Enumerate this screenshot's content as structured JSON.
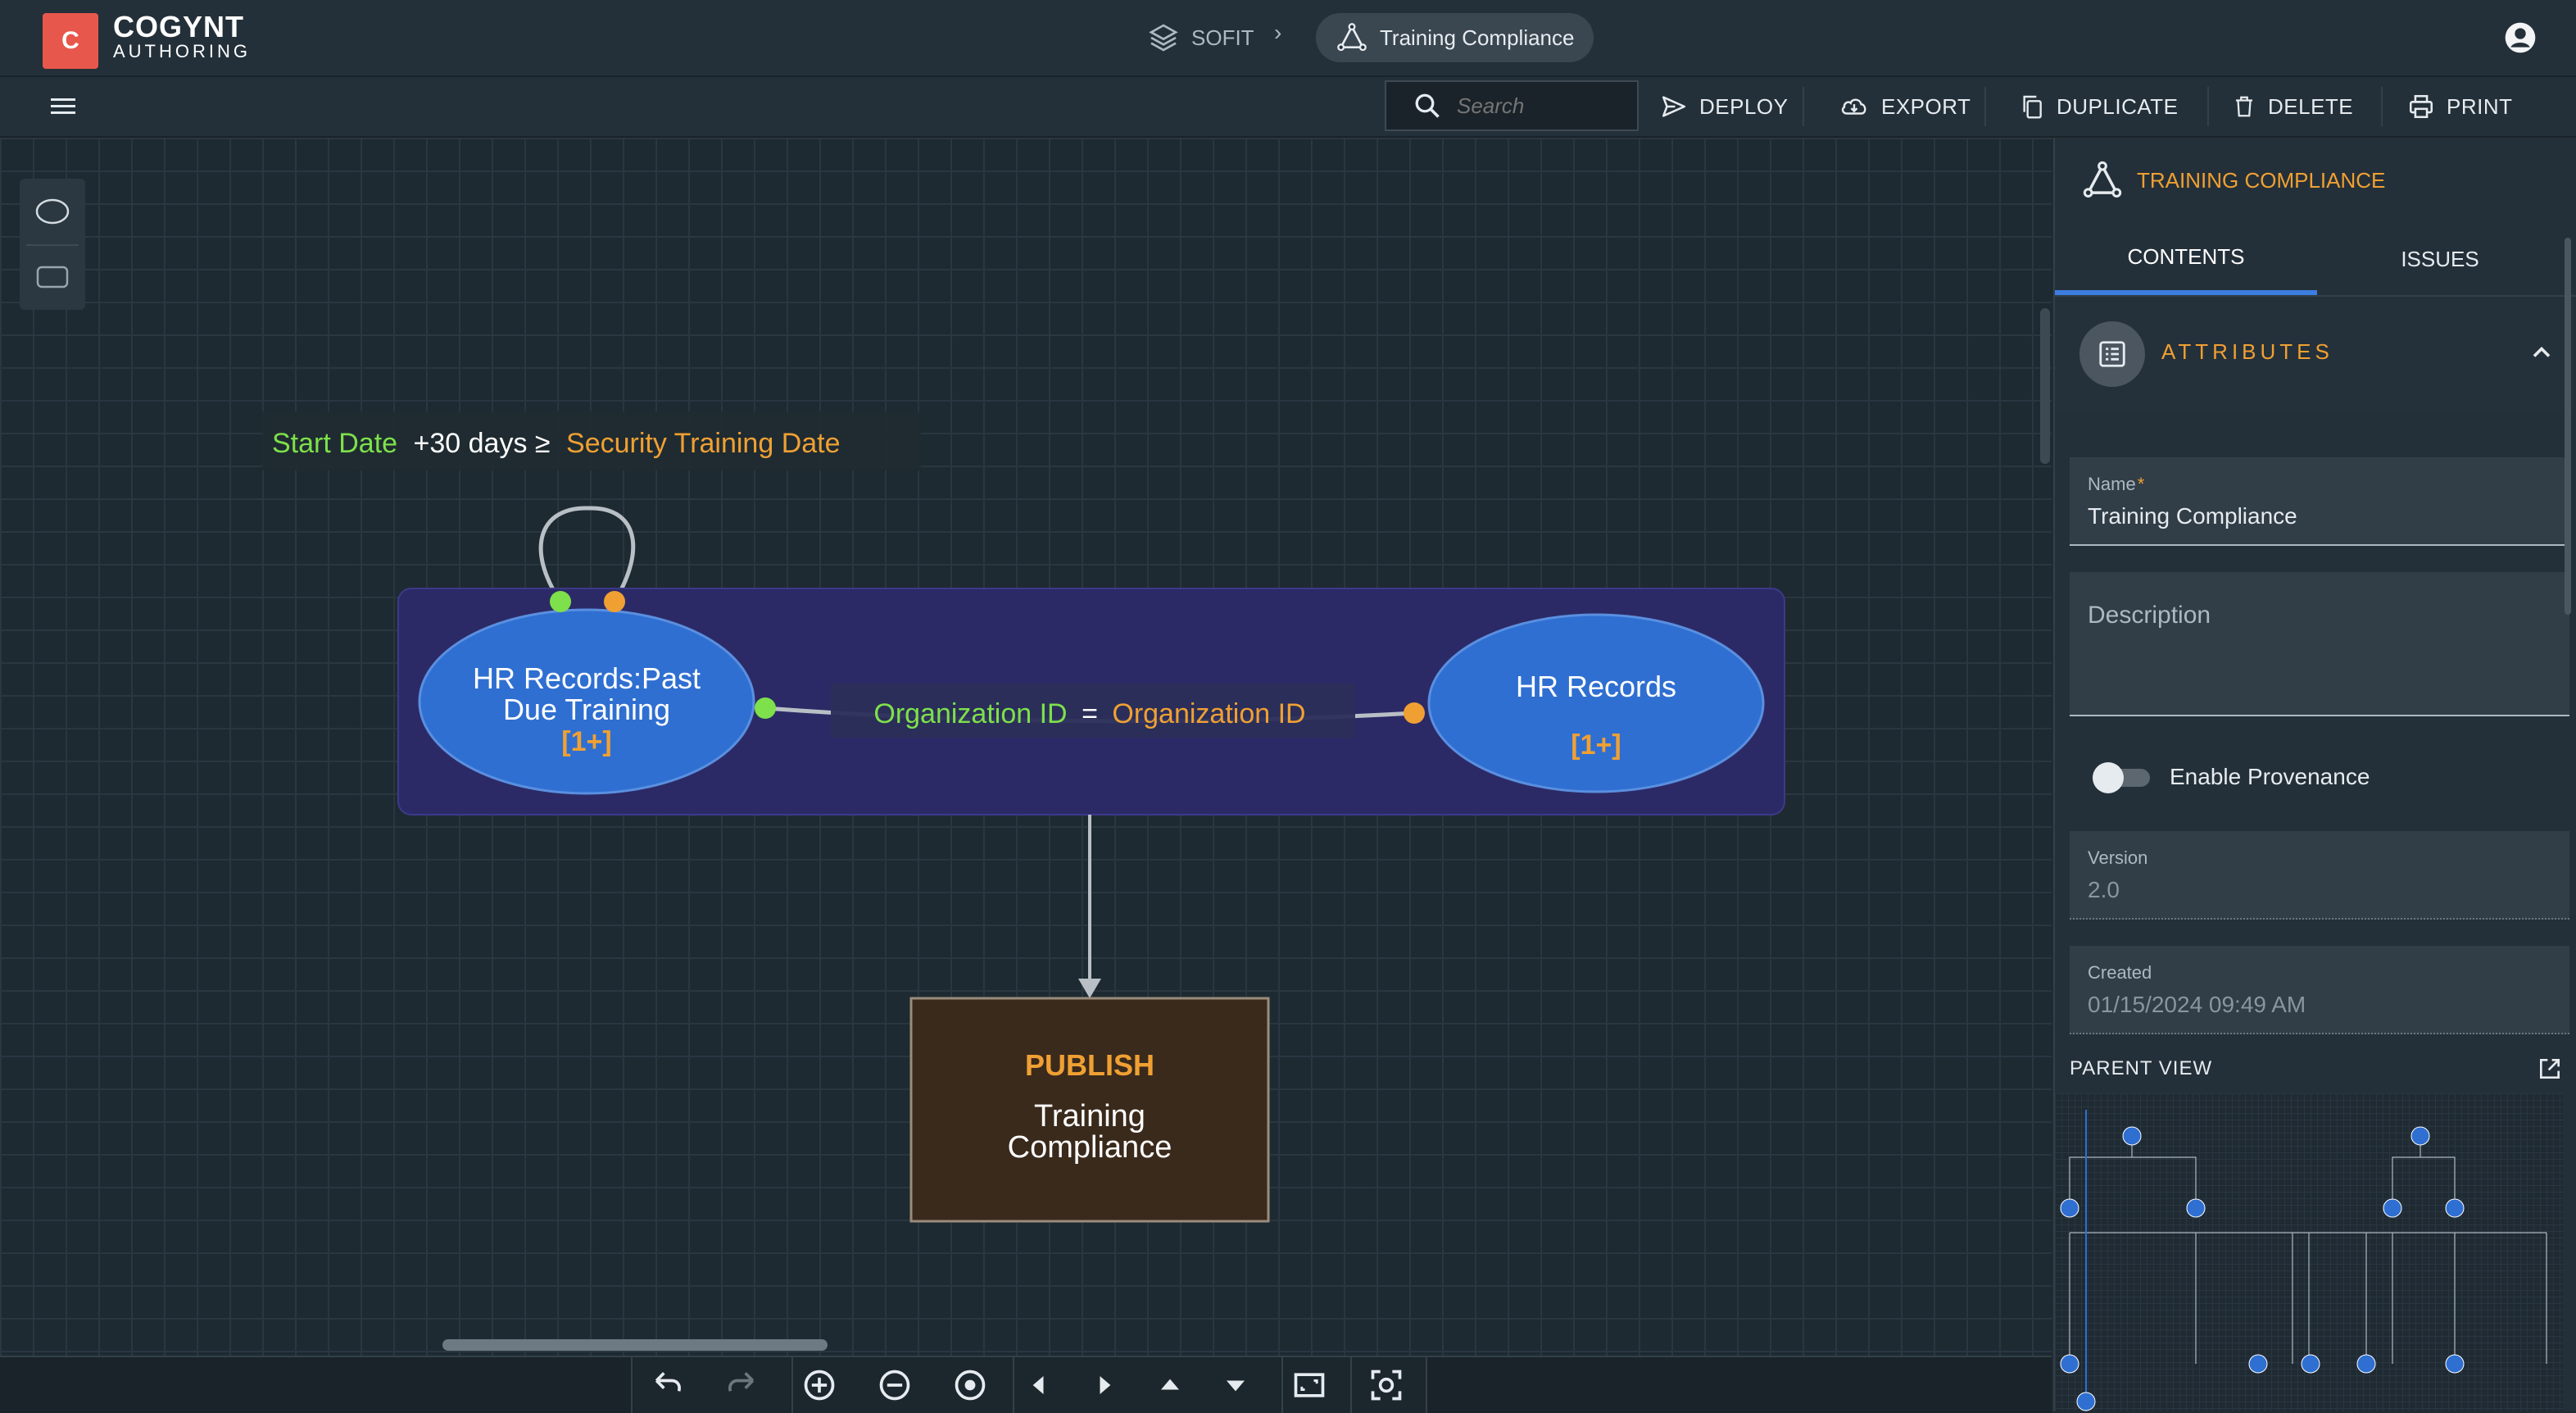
{
  "app": {
    "logo_letter": "C",
    "name": "COGYNT",
    "subtitle": "AUTHORING"
  },
  "breadcrumb": {
    "root": "SOFIT",
    "current": "Training Compliance"
  },
  "toolbar": {
    "search_placeholder": "Search",
    "actions": [
      "DEPLOY",
      "EXPORT",
      "DUPLICATE",
      "DELETE",
      "PRINT"
    ]
  },
  "canvas": {
    "constraint": {
      "left": "Start Date",
      "middle": "+30 days ≥",
      "right": "Security Training Date"
    },
    "node_left": {
      "line1": "HR Records:Past",
      "line2": "Due Training",
      "badge": "[1+]"
    },
    "node_right": {
      "line1": "HR Records",
      "badge": "[1+]"
    },
    "link": {
      "left": "Organization ID",
      "op": "=",
      "right": "Organization ID"
    },
    "publish": {
      "label": "PUBLISH",
      "line1": "Training",
      "line2": "Compliance"
    }
  },
  "panel": {
    "title": "TRAINING COMPLIANCE",
    "tabs": [
      "CONTENTS",
      "ISSUES"
    ],
    "active_tab": "CONTENTS",
    "section": "ATTRIBUTES",
    "name_label": "Name",
    "required_mark": "*",
    "name_value": "Training Compliance",
    "description_placeholder": "Description",
    "provenance_label": "Enable Provenance",
    "provenance_enabled": false,
    "version_label": "Version",
    "version_value": "2.0",
    "created_label": "Created",
    "created_value": "01/15/2024 09:49 AM",
    "parent_view_label": "PARENT VIEW"
  },
  "colors": {
    "green": "#7ee04a",
    "orange": "#f0a033",
    "accent": "#e8574c",
    "node_blue": "#2f6fd1",
    "group_purple": "#2c2a66",
    "publish_bg": "#3a2a1c"
  }
}
